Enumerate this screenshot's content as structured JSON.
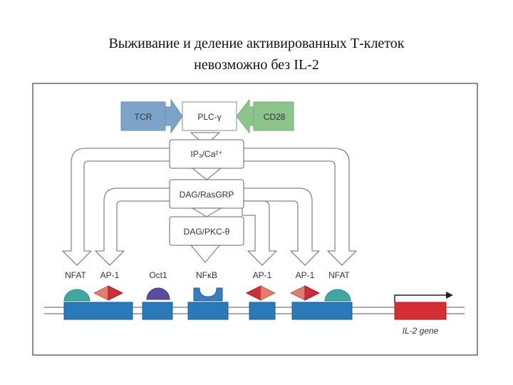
{
  "title": {
    "line1": "Выживание и деление активированных Т-клеток",
    "line2": "невозможно без IL-2"
  },
  "receptors": {
    "tcr": "TCR",
    "plc": "PLC-γ",
    "cd28": "CD28"
  },
  "pathways": {
    "ip3": "IP₃/Ca²⁺",
    "dag_ras": "DAG/RasGRP",
    "dag_pkc": "DAG/PKC-θ"
  },
  "factors": [
    "NFAT",
    "AP-1",
    "Oct1",
    "NFκB",
    "AP-1",
    "AP-1",
    "NFAT"
  ],
  "gene_label": "IL-2 gene",
  "colors": {
    "tcr": "#7ea3c9",
    "cd28": "#8cc48c",
    "promoter": "#2a79b8",
    "gene": "#d62e35",
    "nfat": "#3fa6a0",
    "ap1_light": "#e07e6e",
    "ap1_dark": "#c9303a",
    "oct1": "#5a4d9e",
    "nfkb": "#3a7ec0"
  }
}
